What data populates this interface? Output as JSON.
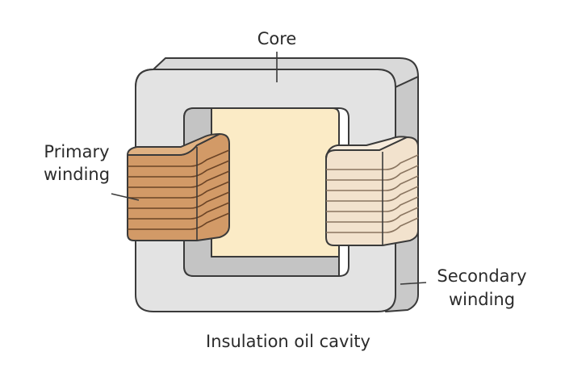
{
  "labels": {
    "core": "Core",
    "primary_line1": "Primary",
    "primary_line2": "winding",
    "secondary_line1": "Secondary",
    "secondary_line2": "winding",
    "cavity": "Insulation oil cavity"
  },
  "colors": {
    "core_front": "#e3e3e3",
    "core_top": "#d9d9d9",
    "core_side": "#c9c9c9",
    "core_inner_shadow": "#c4c4c4",
    "outline": "#3a3a3a",
    "cavity_fill": "#fbebc6",
    "primary_winding": "#d29a67",
    "primary_winding_top": "#dfb182",
    "secondary_winding": "#f2e2cd",
    "secondary_winding_top": "#f7ecdd"
  }
}
